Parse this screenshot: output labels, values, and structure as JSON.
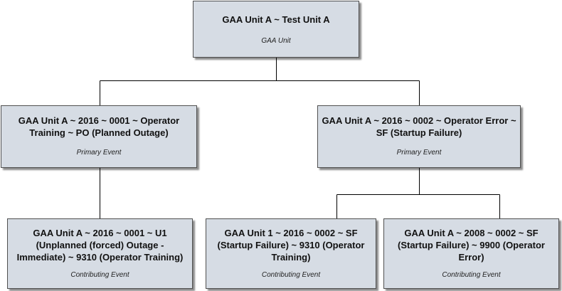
{
  "root": {
    "title": "GAA Unit A ~ Test Unit A",
    "subtitle": "GAA Unit"
  },
  "primary_events": [
    {
      "title": "GAA Unit A ~ 2016 ~ 0001 ~ Operator Training ~ PO (Planned Outage)",
      "subtitle": "Primary Event"
    },
    {
      "title": "GAA Unit A ~ 2016 ~ 0002 ~ Operator Error ~ SF (Startup Failure)",
      "subtitle": "Primary Event"
    }
  ],
  "contributing_events": [
    {
      "title": "GAA Unit A ~ 2016 ~ 0001 ~ U1 (Unplanned (forced) Outage - Immediate) ~ 9310 (Operator Training)",
      "subtitle": "Contributing Event"
    },
    {
      "title": "GAA Unit 1 ~ 2016 ~ 0002 ~ SF (Startup Failure) ~ 9310 (Operator Training)",
      "subtitle": "Contributing Event"
    },
    {
      "title": "GAA Unit A ~ 2008 ~ 0002 ~ SF (Startup Failure) ~ 9900 (Operator Error)",
      "subtitle": "Contributing Event"
    }
  ],
  "colors": {
    "node_fill": "#d6dce4",
    "node_border": "#505050",
    "connector": "#000000"
  }
}
